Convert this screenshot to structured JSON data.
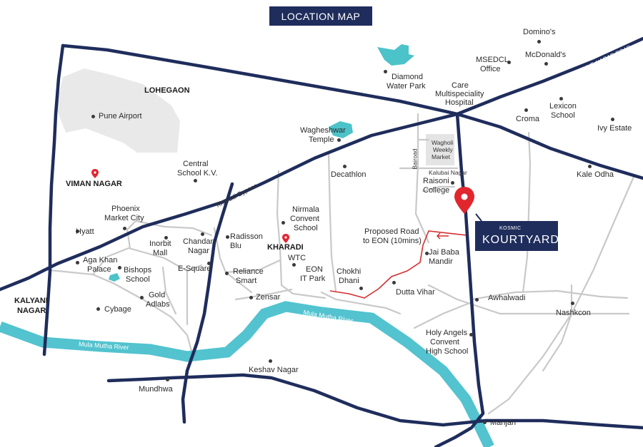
{
  "header": {
    "title": "LOCATION MAP"
  },
  "project": {
    "brand": "KOSMIC",
    "name": "KOURTYARD"
  },
  "areas": {
    "lohegaon": "LOHEGAON",
    "viman_nagar": "VIMAN NAGAR",
    "kharadi": "KHARADI",
    "kalyani_nagar_1": "KALYANI",
    "kalyani_nagar_2": "NAGAR"
  },
  "roads": {
    "pune_nagar": "PUNE-NAGAR ROAD",
    "kharadi_bypass": "Kharadi Bypass",
    "bairoad": "Bairoad",
    "kalubai": "Kalubai Nagar",
    "proposed_1": "Proposed Road",
    "proposed_2": "to EON (10mins)"
  },
  "rivers": {
    "river_1": "Mula Mutha River",
    "river_2": "Mula Mutha River"
  },
  "landmarks": {
    "dominos": "Domino's",
    "mcdonalds": "McDonald's",
    "msedcl_1": "MSEDCL",
    "msedcl_2": "Office",
    "diamond_1": "Diamond",
    "diamond_2": "Water Park",
    "care_1": "Care",
    "care_2": "Multispeciality",
    "care_3": "Hospital",
    "lexicon_1": "Lexicon",
    "lexicon_2": "School",
    "croma": "Croma",
    "ivy": "Ivy Estate",
    "pune_airport": "Pune Airport",
    "wagheshwar_1": "Wagheshwar",
    "wagheshwar_2": "Temple",
    "wagholi_1": "Wagholi",
    "wagholi_2": "Weekly",
    "wagholi_3": "Market",
    "kale_odha": "Kale Odha",
    "central_1": "Central",
    "central_2": "School K.V.",
    "decathlon": "Decathlon",
    "raisoni_1": "Raisoni",
    "raisoni_2": "College",
    "phoenix_1": "Phoenix",
    "phoenix_2": "Market City",
    "hyatt": "Hyatt",
    "nirmala_1": "Nirmala",
    "nirmala_2": "Convent",
    "nirmala_3": "School",
    "inorbit_1": "Inorbit",
    "inorbit_2": "Mall",
    "chandan_1": "Chandan",
    "chandan_2": "Nagar",
    "radisson_1": "Radisson",
    "radisson_2": "Blu",
    "jaibaba_1": "Jai Baba",
    "jaibaba_2": "Mandir",
    "agakhan_1": "Aga Khan",
    "agakhan_2": "Palace",
    "bishops_1": "Bishops",
    "bishops_2": "School",
    "esquare": "E-Square",
    "wtc": "WTC",
    "eon_1": "EON",
    "eon_2": "IT Park",
    "reliance_1": "Reliance",
    "reliance_2": "Smart",
    "chokhi_1": "Chokhi",
    "chokhi_2": "Dhani",
    "dutta": "Dutta Vihar",
    "awhalwadi": "Awhalwadi",
    "gold_1": "Gold",
    "gold_2": "Adlabs",
    "zensar": "Zensar",
    "cybage": "Cybage",
    "nashkcon": "Nashkcon",
    "holy_1": "Holy Angels",
    "holy_2": "Convent",
    "holy_3": "High School",
    "keshav": "Keshav Nagar",
    "mundhwa": "Mundhwa",
    "manjari": "Manjari"
  },
  "colors": {
    "main_road": "#1f2d5c",
    "minor_road": "#c9c9c9",
    "river": "#52c3cf",
    "water": "#4cc3c9",
    "proposed_road": "#d32f2f",
    "airport_area": "#e9e9e9",
    "pin": "#e2262e"
  }
}
